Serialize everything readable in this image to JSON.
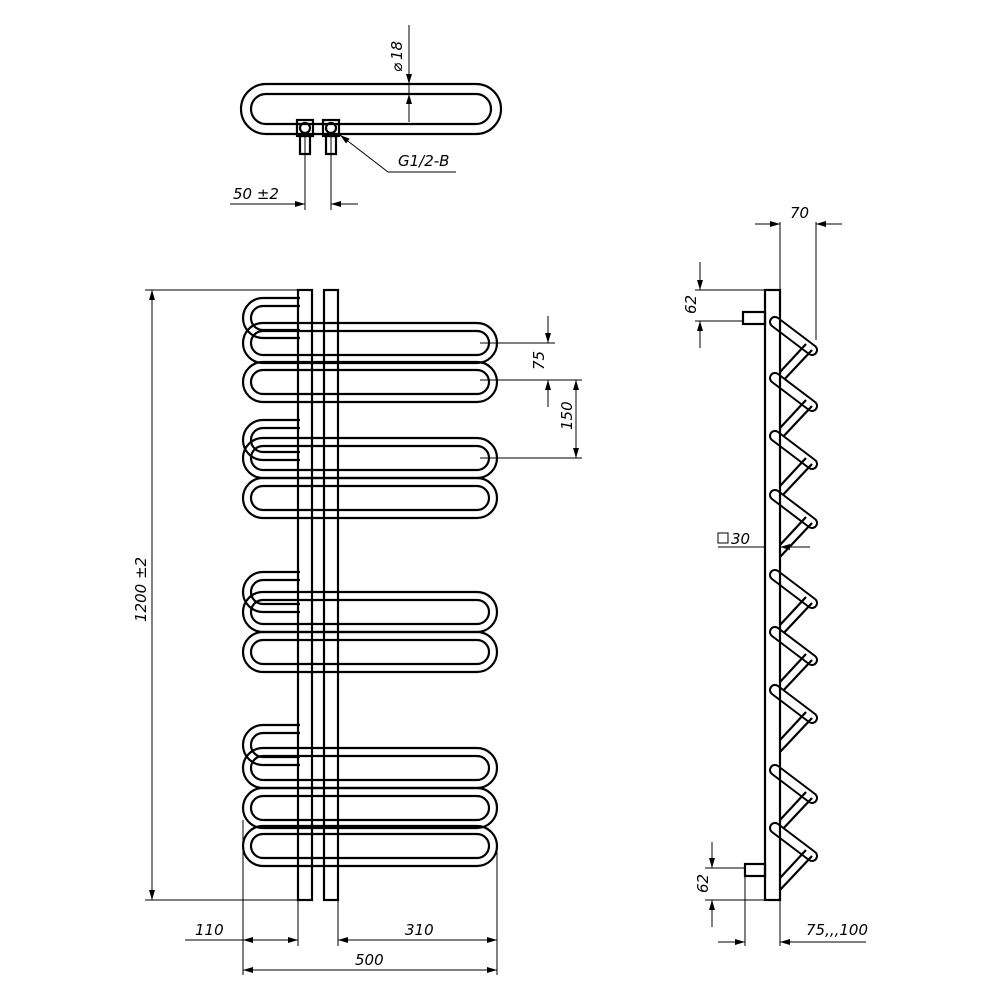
{
  "top_view": {
    "diameter": "18",
    "thread": "G1/2-B",
    "spacing": "50 ±2"
  },
  "front_view": {
    "height": "1200 ±2",
    "pitch_small": "75",
    "pitch_large": "150",
    "left_offset": "110",
    "right_offset": "310",
    "width": "500"
  },
  "side_view": {
    "depth": "70",
    "top_offset": "62",
    "bottom_offset": "62",
    "profile": "30",
    "wall_distance": "75,,,100"
  }
}
